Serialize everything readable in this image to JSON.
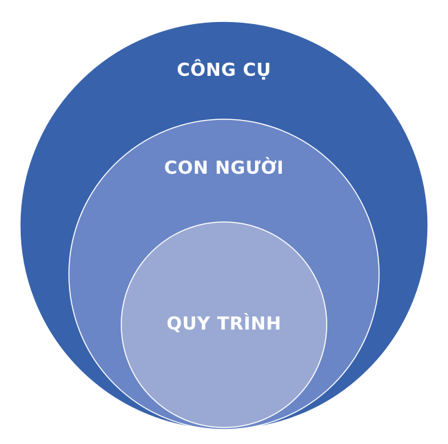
{
  "diagram": {
    "circles": [
      {
        "label": "CÔNG CỤ",
        "color": "#3862ab"
      },
      {
        "label": "CON NGƯỜI",
        "color": "#6a86c6"
      },
      {
        "label": "QUY TRÌNH",
        "color": "#9aa9d3"
      }
    ],
    "stroke_color": "#ffffff"
  }
}
